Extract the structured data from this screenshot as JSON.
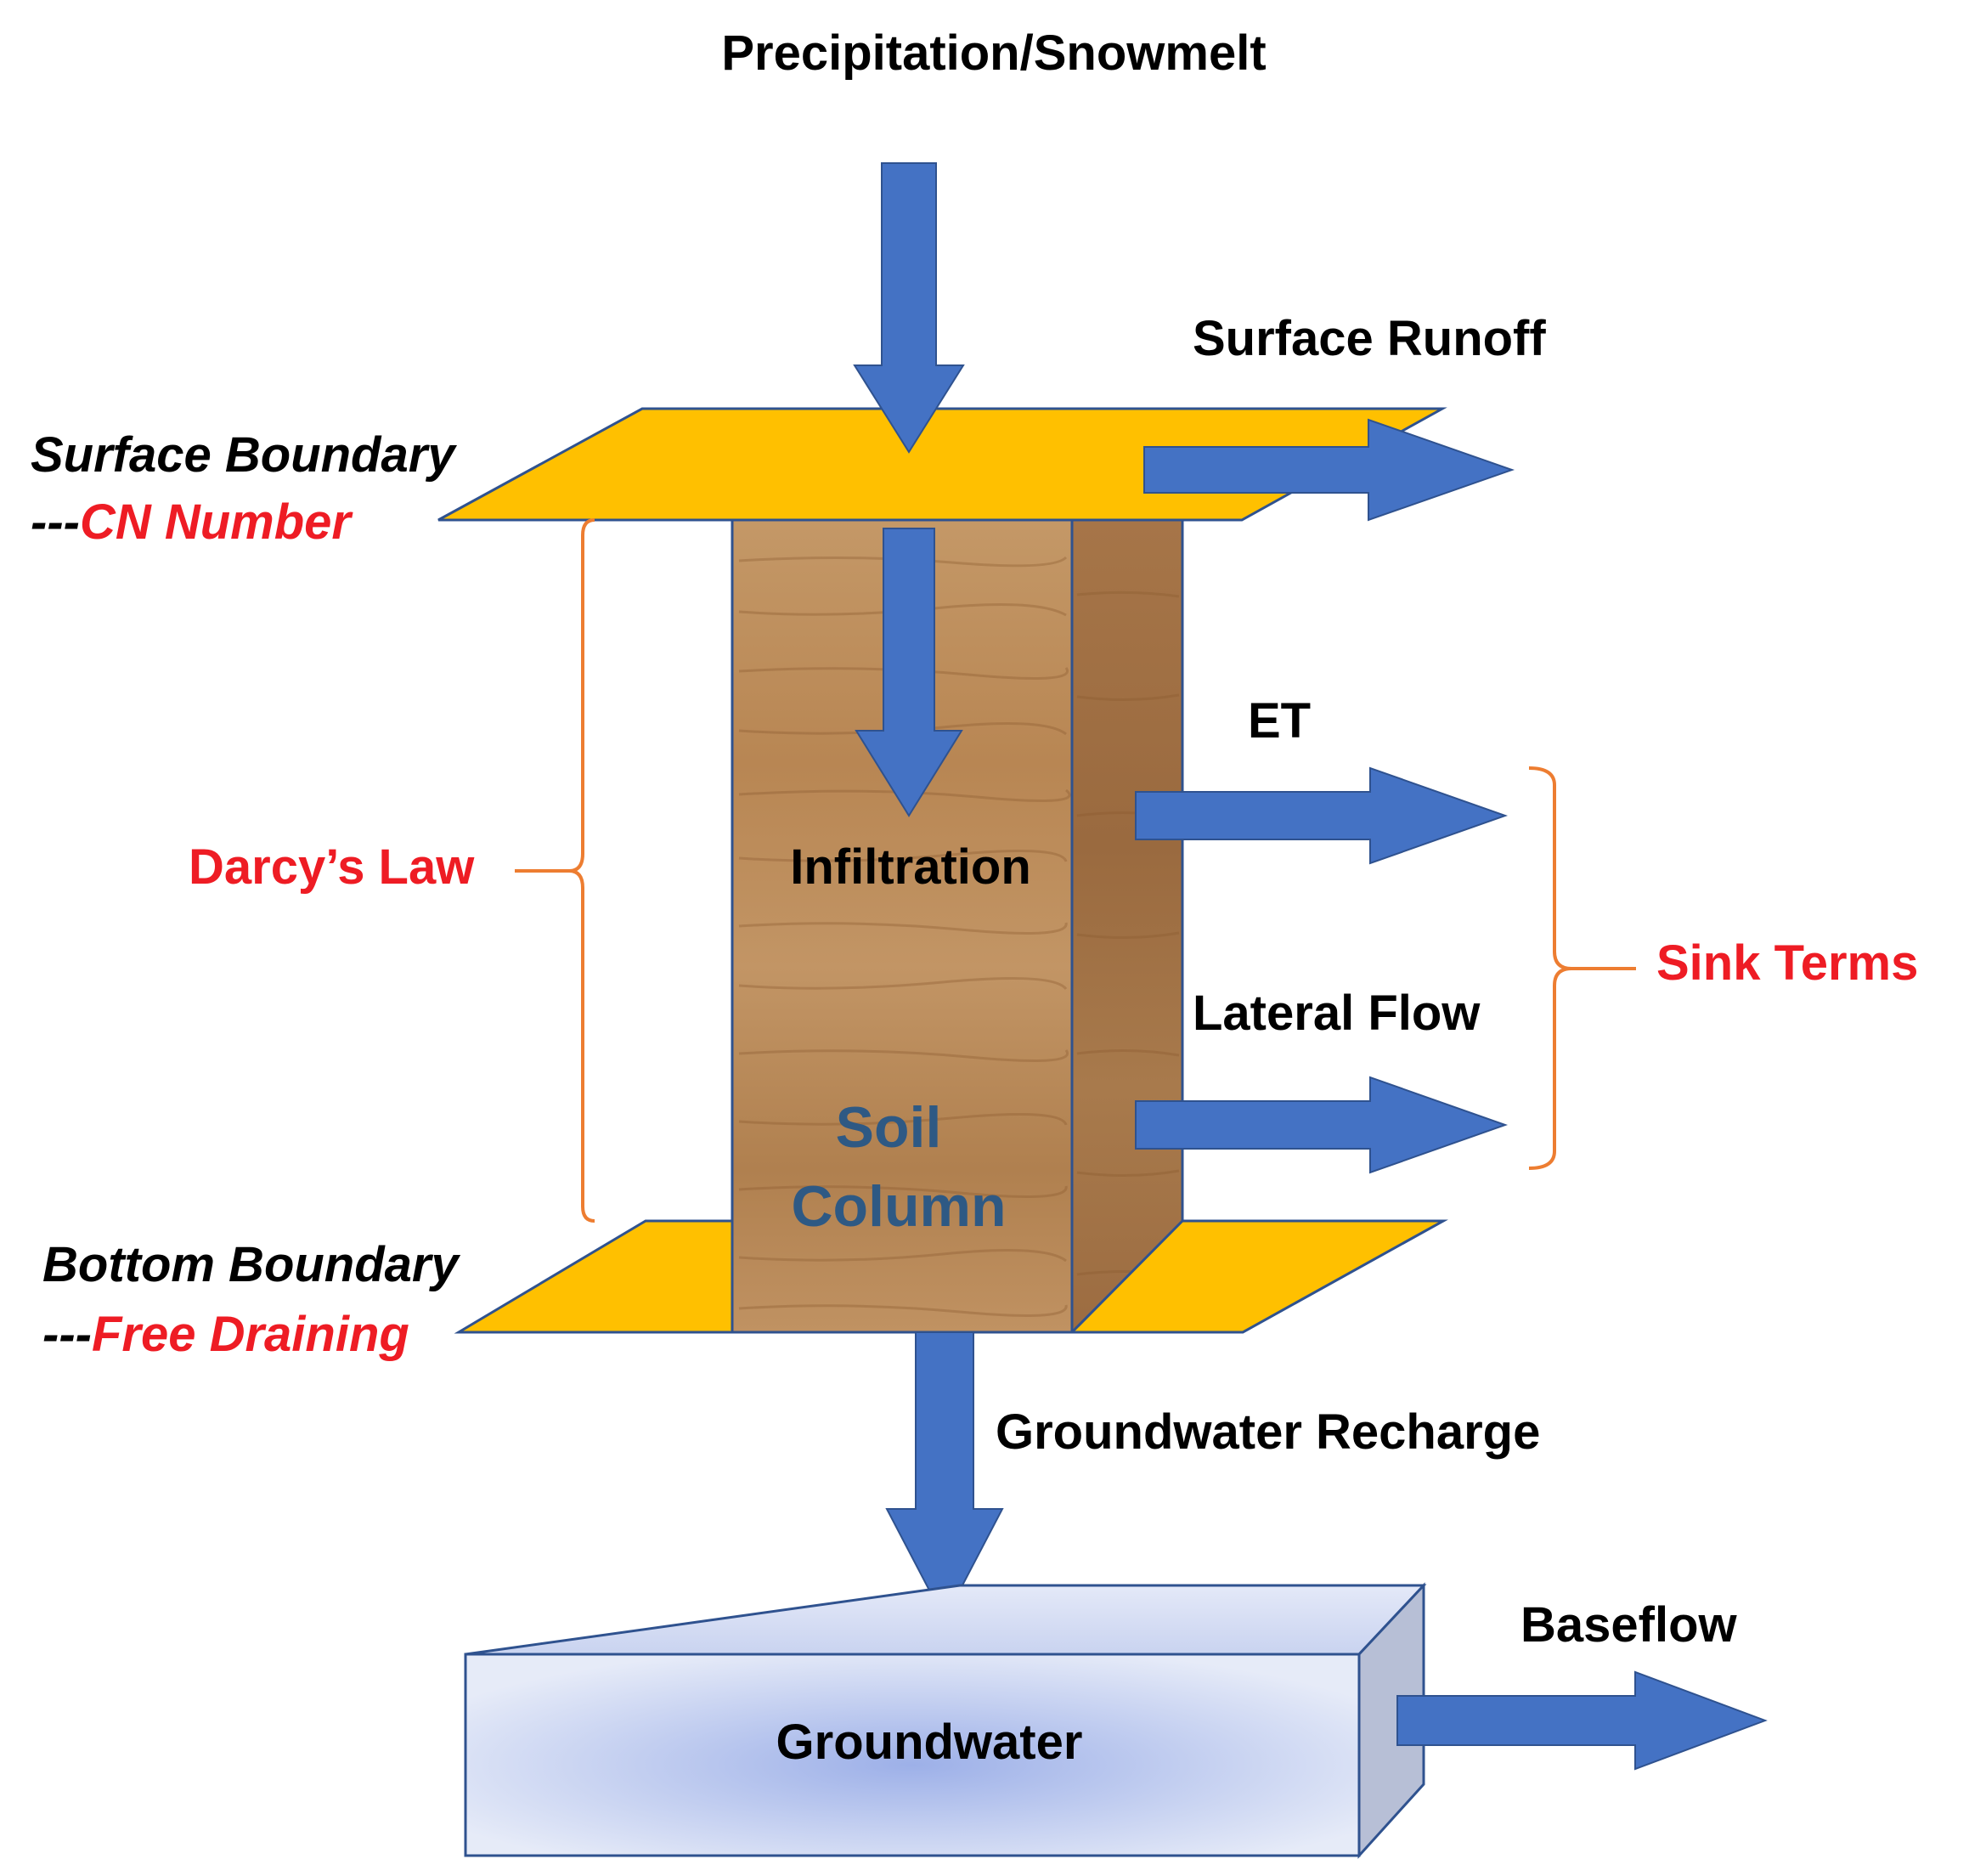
{
  "labels": {
    "precipitation": "Precipitation/Snowmelt",
    "surface_runoff": "Surface Runoff",
    "surface_boundary": "Surface Boundary",
    "surface_boundary_prefix": "---",
    "cn_number": "CN Number",
    "et": "ET",
    "infiltration": "Infiltration",
    "darcys_law": "Darcy’s Law",
    "sink_terms": "Sink Terms",
    "lateral_flow": "Lateral Flow",
    "soil_line1": "Soil",
    "soil_line2": "Column",
    "bottom_boundary": "Bottom Boundary",
    "bottom_boundary_prefix": "---",
    "free_draining": "Free Draining",
    "groundwater_recharge": "Groundwater Recharge",
    "baseflow": "Baseflow",
    "groundwater": "Groundwater"
  },
  "colors": {
    "arrow_blue": "#4472C4",
    "plate_yellow": "#FFC000",
    "plate_outline": "#2F528F",
    "soil_brown": "#B98A5A",
    "bracket_orange": "#ED7D31",
    "highlight_red": "#EE1C24",
    "soil_text": "#2E5984",
    "groundwater_box": "#C5D0F0"
  }
}
